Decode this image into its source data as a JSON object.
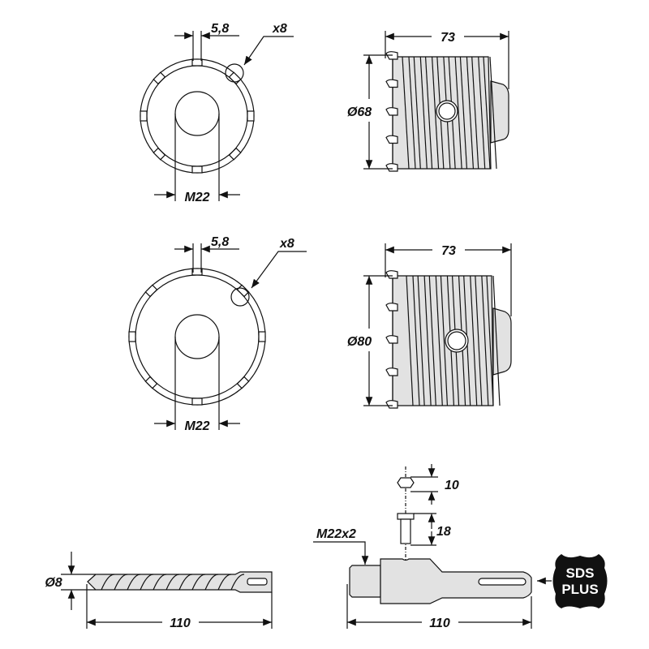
{
  "views": [
    {
      "width_label": "5,8",
      "count_label": "x8",
      "bore_label": "M22",
      "length_label": "73",
      "diameter_label": "Ø68"
    },
    {
      "width_label": "5,8",
      "count_label": "x8",
      "bore_label": "M22",
      "length_label": "73",
      "diameter_label": "Ø80"
    }
  ],
  "drill": {
    "diameter_label": "Ø8",
    "length_label": "110"
  },
  "adapter": {
    "thread_label": "M22x2",
    "nut_label": "10",
    "bolt_label": "18",
    "length_label": "110"
  },
  "badge": {
    "line1": "SDS",
    "line2": "PLUS",
    "color": "#111111"
  }
}
